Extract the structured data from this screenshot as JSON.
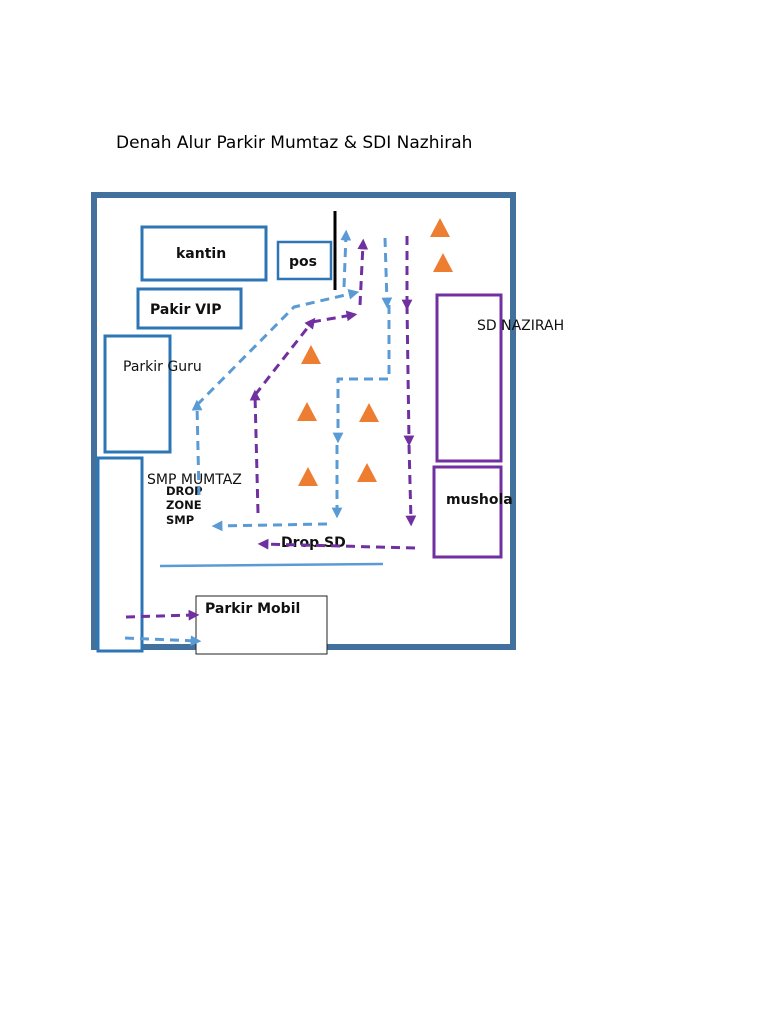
{
  "title": "Denah Alur Parkir Mumtaz & SDI Nazhirah",
  "labels": {
    "kantin": "kantin",
    "pos": "pos",
    "pakir_vip": "Pakir VIP",
    "parkir_guru": "Parkir Guru",
    "smp_mumtaz": "SMP MUMTAZ",
    "drop_zone_smp": [
      "DROP",
      "ZONE",
      "SMP"
    ],
    "sd_nazirah": "SD NAZIRAH",
    "mushola": "mushola",
    "drop_sd": "Drop SD",
    "parkir_mobil": "Parkir Mobil"
  },
  "colors": {
    "frame": "#41719c",
    "box_blue": "#2e75b6",
    "box_purple": "#7030a0",
    "arrow_blue": "#5b9bd5",
    "arrow_purple": "#7030a0",
    "cone": "#ed7d31",
    "barrier": "#000000"
  },
  "icons": [
    "traffic-cone-icon",
    "gate-barrier-icon",
    "arrow-head-icon"
  ]
}
